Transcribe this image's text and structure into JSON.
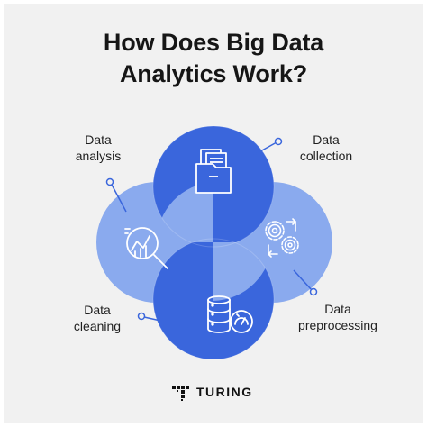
{
  "title": {
    "line1": "How Does Big Data",
    "line2": "Analytics Work?"
  },
  "steps": {
    "collection": {
      "line1": "Data",
      "line2": "collection",
      "icon": "folder-icon"
    },
    "preprocessing": {
      "line1": "Data",
      "line2": "preprocessing",
      "icon": "gears-icon"
    },
    "cleaning": {
      "line1": "Data",
      "line2": "cleaning",
      "icon": "database-icon"
    },
    "analysis": {
      "line1": "Data",
      "line2": "analysis",
      "icon": "magnifier-chart-icon"
    }
  },
  "brand": {
    "name": "TURING",
    "logo": "turing-logo"
  },
  "colors": {
    "dark_blue": "#3a66dc",
    "light_blue": "#8aaaee",
    "background": "#f1f1f1",
    "text": "#161616"
  }
}
